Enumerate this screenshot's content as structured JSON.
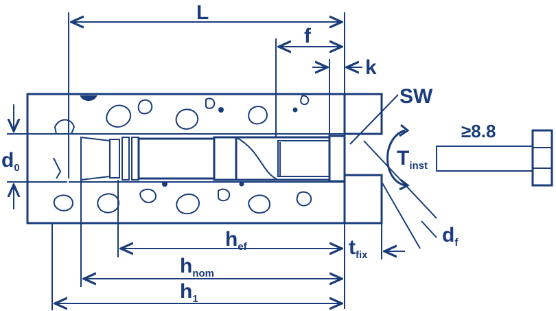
{
  "labels": {
    "L": "L",
    "f": "f",
    "k": "k",
    "SW": "SW",
    "d0_main": "d",
    "d0_sub": "0",
    "T_main": "T",
    "T_sub": "inst",
    "grade": "≥8.8",
    "hef_main": "h",
    "hef_sub": "ef",
    "tfix_main": "t",
    "tfix_sub": "fix",
    "df_main": "d",
    "df_sub": "f",
    "hnom_main": "h",
    "hnom_sub": "nom",
    "h1_main": "h",
    "h1_sub": "1"
  },
  "colors": {
    "ink": "#1a3c7a",
    "background": "#ffffff"
  }
}
